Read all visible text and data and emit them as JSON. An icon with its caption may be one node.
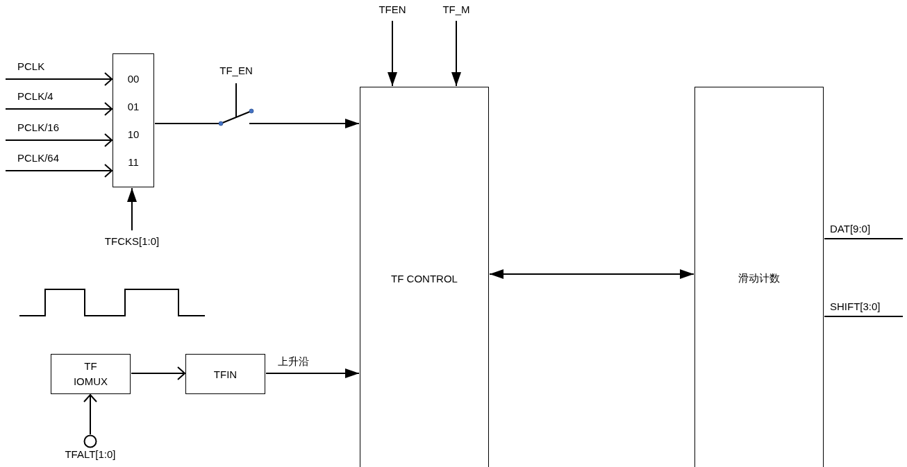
{
  "diagram": {
    "nodes": [
      {
        "text": [
          "00",
          "01",
          "10",
          "11"
        ]
      },
      {
        "text": [],
        "shape": "picture",
        "beside": [
          "TF_EN"
        ]
      },
      {
        "text": [
          "TF CONTROL"
        ]
      },
      {
        "text": [
          "滑动计数"
        ]
      },
      {
        "text": [
          "TF IOMUX"
        ]
      },
      {
        "text": [
          "TFIN"
        ]
      },
      {
        "text": [],
        "shape": "circle",
        "beside": [
          "TFALT[1:0]"
        ]
      }
    ],
    "edges": [
      {
        "from": null,
        "to": 0,
        "arrow": "to",
        "label": "PCLK"
      },
      {
        "from": null,
        "to": 0,
        "arrow": "to",
        "label": "PCLK/4"
      },
      {
        "from": null,
        "to": 0,
        "arrow": "to",
        "label": "PCLK/16"
      },
      {
        "from": null,
        "to": 0,
        "arrow": "to",
        "label": "PCLK/64"
      },
      {
        "from": null,
        "to": 0,
        "arrow": "to",
        "label": "TFCKS[1:0]"
      },
      {
        "from": 0,
        "to": 1,
        "arrow": "none"
      },
      {
        "from": 1,
        "to": 2,
        "arrow": "to"
      },
      {
        "from": null,
        "to": 2,
        "arrow": "to",
        "label": "TFEN"
      },
      {
        "from": null,
        "to": 2,
        "arrow": "to",
        "label": "TF_M"
      },
      {
        "from": 2,
        "to": 3,
        "arrow": "both"
      },
      {
        "from": 3,
        "to": null,
        "arrow": "none",
        "label": "DAT[9:0]"
      },
      {
        "from": 3,
        "to": null,
        "arrow": "none",
        "label": "SHIFT[3:0]"
      },
      {
        "from": 6,
        "to": 4,
        "arrow": "to"
      },
      {
        "from": 4,
        "to": 5,
        "arrow": "to"
      },
      {
        "from": 5,
        "to": 2,
        "arrow": "to",
        "label": "上升沿"
      }
    ]
  }
}
